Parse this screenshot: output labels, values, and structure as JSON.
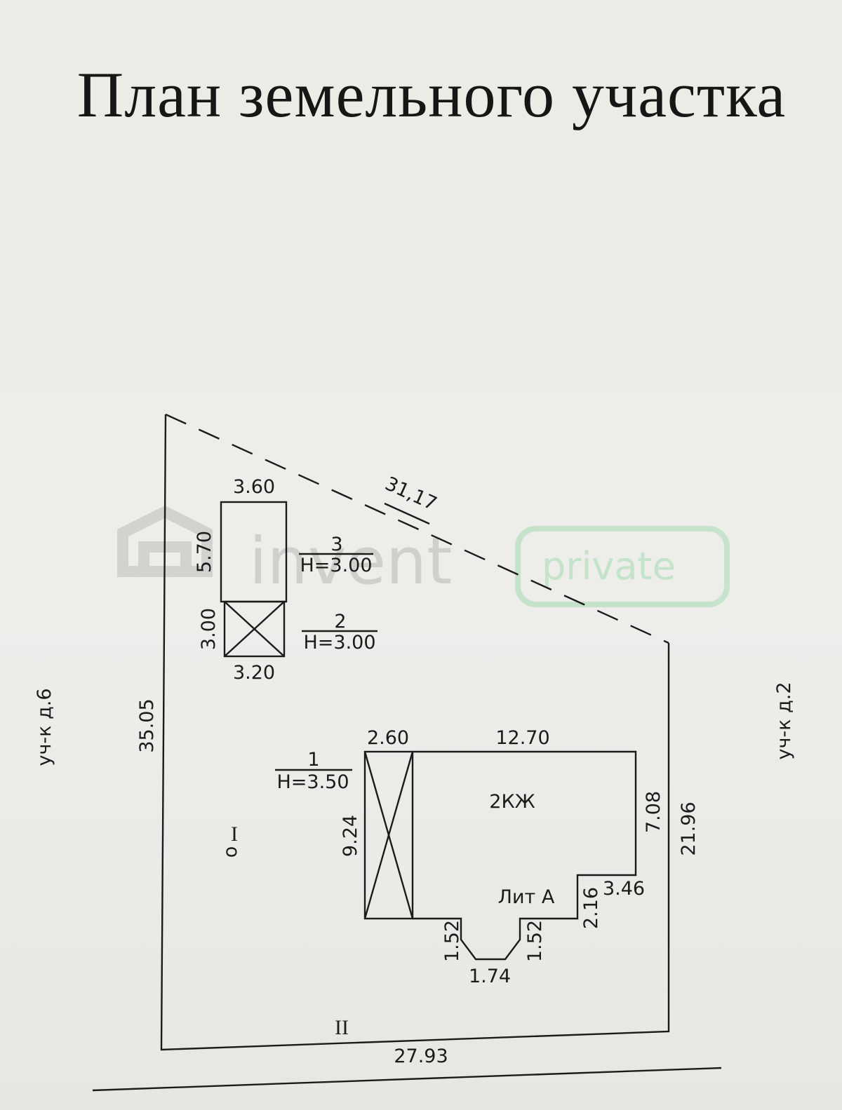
{
  "title": "План земельного участка",
  "plot": {
    "top_dashed": "31,17",
    "left_side": "35.05",
    "right_side": "21.96",
    "bottom_side": "27.93",
    "bottom_mark": "II"
  },
  "neighbors": {
    "left": "уч-к д.6",
    "right": "уч-к д.2"
  },
  "building_3": {
    "width": "3.60",
    "height": "5.70",
    "number": "3",
    "h_label": "H=3.00"
  },
  "building_2": {
    "width": "3.20",
    "height": "3.00",
    "number": "2",
    "h_label": "H=3.00"
  },
  "building_1": {
    "width": "2.60",
    "height": "9.24",
    "number": "1",
    "h_label": "H=3.50"
  },
  "house": {
    "width": "12.70",
    "right_height": "7.08",
    "material": "2КЖ",
    "liter": "Лит А",
    "step_height": "2.16",
    "step_width": "3.46",
    "bay_left": "1.52",
    "bay_right": "1.52",
    "bay_bottom": "1.74"
  },
  "well": {
    "mark": "I"
  },
  "watermark": {
    "brand": "invent",
    "tag": "private"
  }
}
